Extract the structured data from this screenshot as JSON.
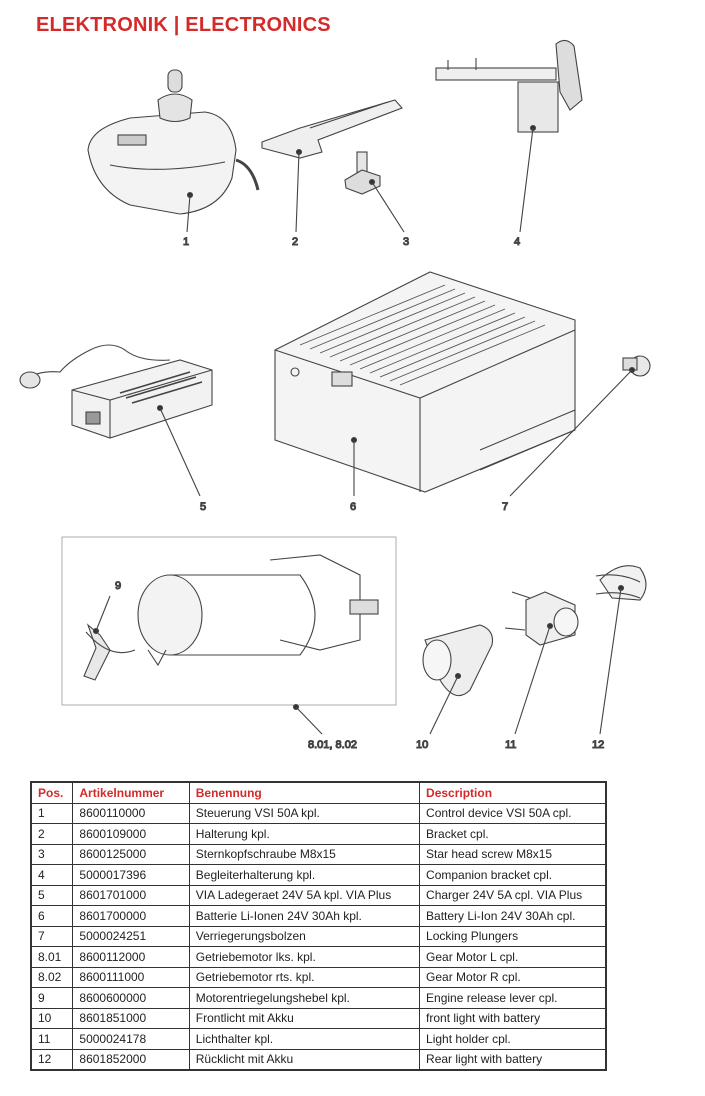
{
  "title": "ELEKTRONIK  |  ELECTRONICS",
  "labels": [
    "1",
    "2",
    "3",
    "4",
    "5",
    "6",
    "7",
    "9",
    "8.01, 8.02",
    "10",
    "11",
    "12"
  ],
  "table": {
    "headers": [
      "Pos.",
      "Artikelnummer",
      "Benennung",
      "Description"
    ],
    "rows": [
      [
        "1",
        "8600110000",
        "Steuerung VSI 50A kpl.",
        "Control device VSI 50A cpl."
      ],
      [
        "2",
        "8600109000",
        "Halterung kpl.",
        "Bracket cpl."
      ],
      [
        "3",
        "8600125000",
        "Sternkopfschraube M8x15",
        "Star head screw M8x15"
      ],
      [
        "4",
        "5000017396",
        "Begleiterhalterung kpl.",
        "Companion bracket cpl."
      ],
      [
        "5",
        "8601701000",
        "VIA Ladegeraet 24V 5A kpl. VIA Plus",
        "Charger 24V 5A cpl. VIA Plus"
      ],
      [
        "6",
        "8601700000",
        "Batterie Li-Ionen 24V 30Ah kpl.",
        "Battery Li-Ion 24V 30Ah cpl."
      ],
      [
        "7",
        "5000024251",
        "Verriegerungsbolzen",
        "Locking Plungers"
      ],
      [
        "8.01",
        "8600112000",
        "Getriebemotor lks. kpl.",
        "Gear Motor L cpl."
      ],
      [
        "8.02",
        "8600111000",
        "Getriebemotor rts. kpl.",
        "Gear Motor R cpl."
      ],
      [
        "9",
        "8600600000",
        "Motorentriegelungshebel kpl.",
        "Engine release lever cpl."
      ],
      [
        "10",
        "8601851000",
        "Frontlicht mit Akku",
        "front light with battery"
      ],
      [
        "11",
        "5000024178",
        "Lichthalter kpl.",
        "Light holder cpl."
      ],
      [
        "12",
        "8601852000",
        "Rücklicht mit Akku",
        "Rear light with battery"
      ]
    ]
  }
}
